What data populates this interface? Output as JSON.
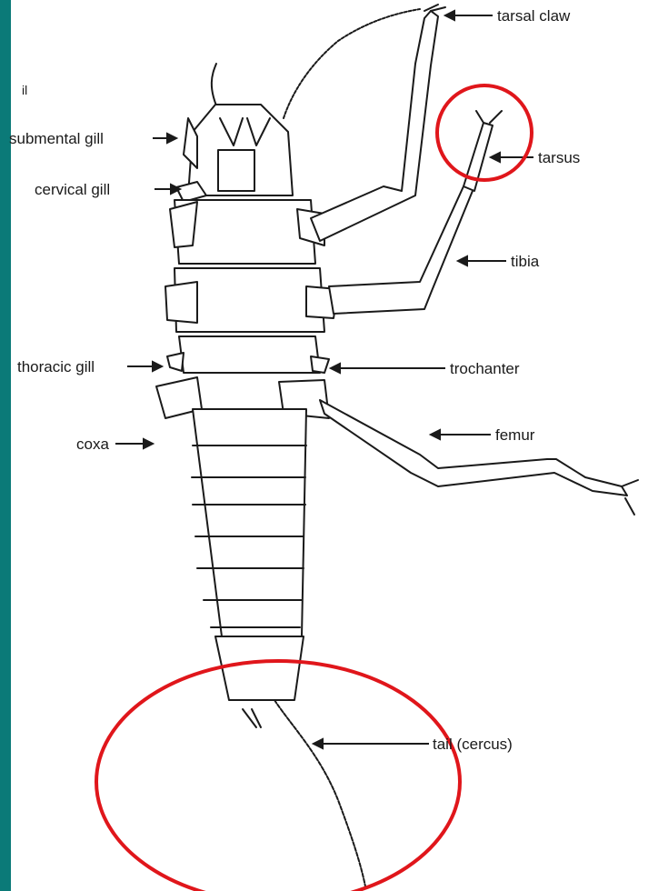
{
  "labels": {
    "tarsal_claw": "tarsal claw",
    "submental_gill": "submental gill",
    "cervical_gill": "cervical gill",
    "tarsus": "tarsus",
    "tibia": "tibia",
    "thoracic_gill": "thoracic gill",
    "trochanter": "trochanter",
    "coxa": "coxa",
    "femur": "femur",
    "tail": "tail (cercus)",
    "stray_mark": "il"
  },
  "colors": {
    "frame": "#0b7a78",
    "highlight": "#e0161b",
    "ink": "#1a1a1a"
  }
}
